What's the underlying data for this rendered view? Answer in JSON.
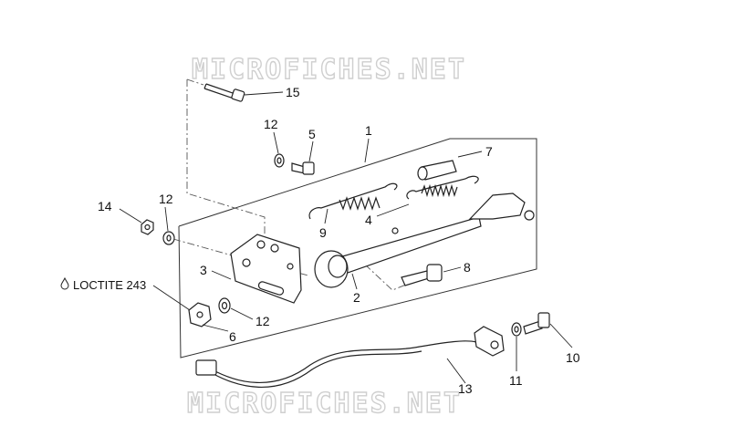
{
  "watermark": {
    "top": "MICROFICHES.NET",
    "bottom": "MICROFICHES.NET"
  },
  "note": {
    "loctite": "LOCTITE 243"
  },
  "icons": {
    "loctite_drop": "drop-icon"
  },
  "callouts": {
    "c1": "1",
    "c2": "2",
    "c3": "3",
    "c4": "4",
    "c5": "5",
    "c6": "6",
    "c7": "7",
    "c8": "8",
    "c9": "9",
    "c10": "10",
    "c11": "11",
    "c12a": "12",
    "c12b": "12",
    "c12c": "12",
    "c13": "13",
    "c14": "14",
    "c15": "15"
  }
}
